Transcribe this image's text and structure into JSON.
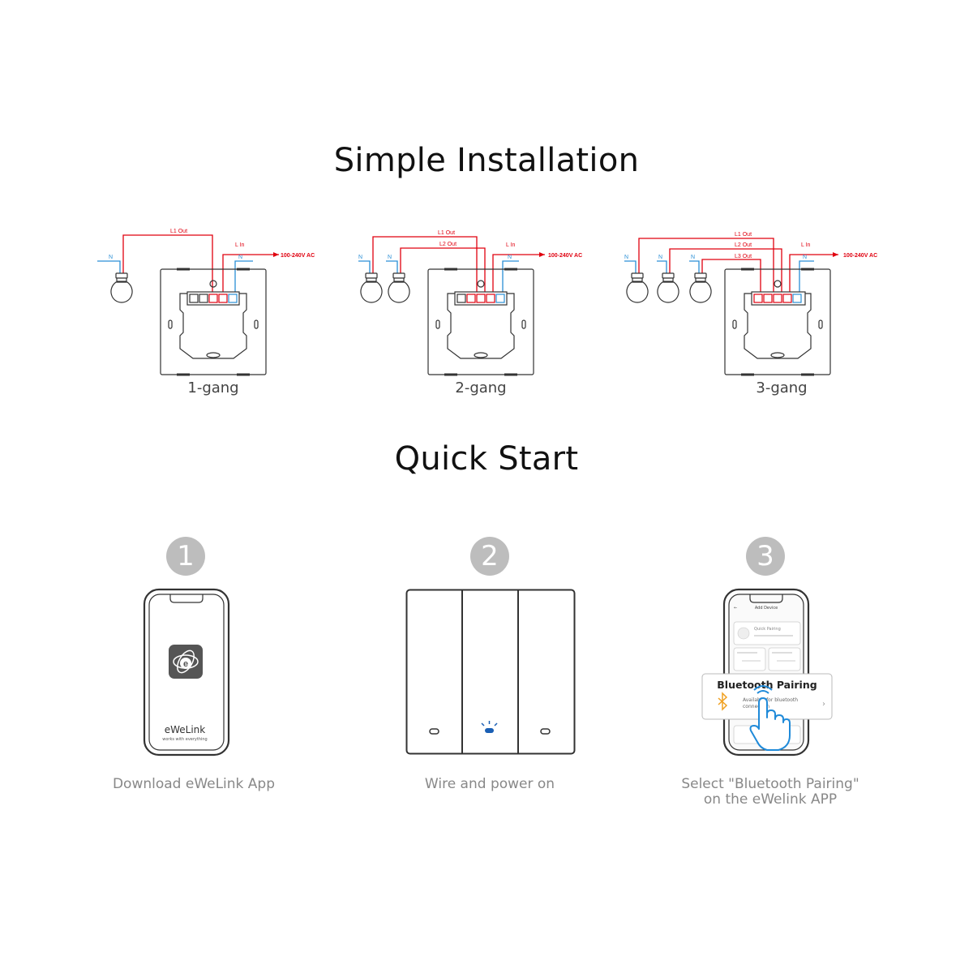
{
  "installation": {
    "title": "Simple Installation",
    "labels": {
      "neutral": "N",
      "l1_out": "L1 Out",
      "l2_out": "L2 Out",
      "l3_out": "L3 Out",
      "l_in": "L In",
      "supply": "100-240V AC"
    },
    "gangs": [
      {
        "label": "1-gang"
      },
      {
        "label": "2-gang"
      },
      {
        "label": "3-gang"
      }
    ],
    "colors": {
      "live": "#e0000f",
      "neutral": "#2a8fd6"
    }
  },
  "quickstart": {
    "title": "Quick Start",
    "steps": [
      {
        "number": "1",
        "caption": "Download eWeLink App",
        "app_name": "eWeLink",
        "app_tagline": "works with everything"
      },
      {
        "number": "2",
        "caption": "Wire and power on"
      },
      {
        "number": "3",
        "caption_line1": "Select \"Bluetooth Pairing\"",
        "caption_line2": "on the eWelink APP",
        "popup_title": "Bluetooth Pairing",
        "popup_sub_line1": "Available for bluetooth",
        "popup_sub_line2": "connection",
        "screen_title": "Add Device",
        "screen_quick": "Quick Pairing"
      }
    ],
    "colors": {
      "badge": "#bdbdbd",
      "indicator": "#1a5fb4",
      "hand": "#1f8ad9",
      "bluetooth": "#f0a020"
    }
  }
}
